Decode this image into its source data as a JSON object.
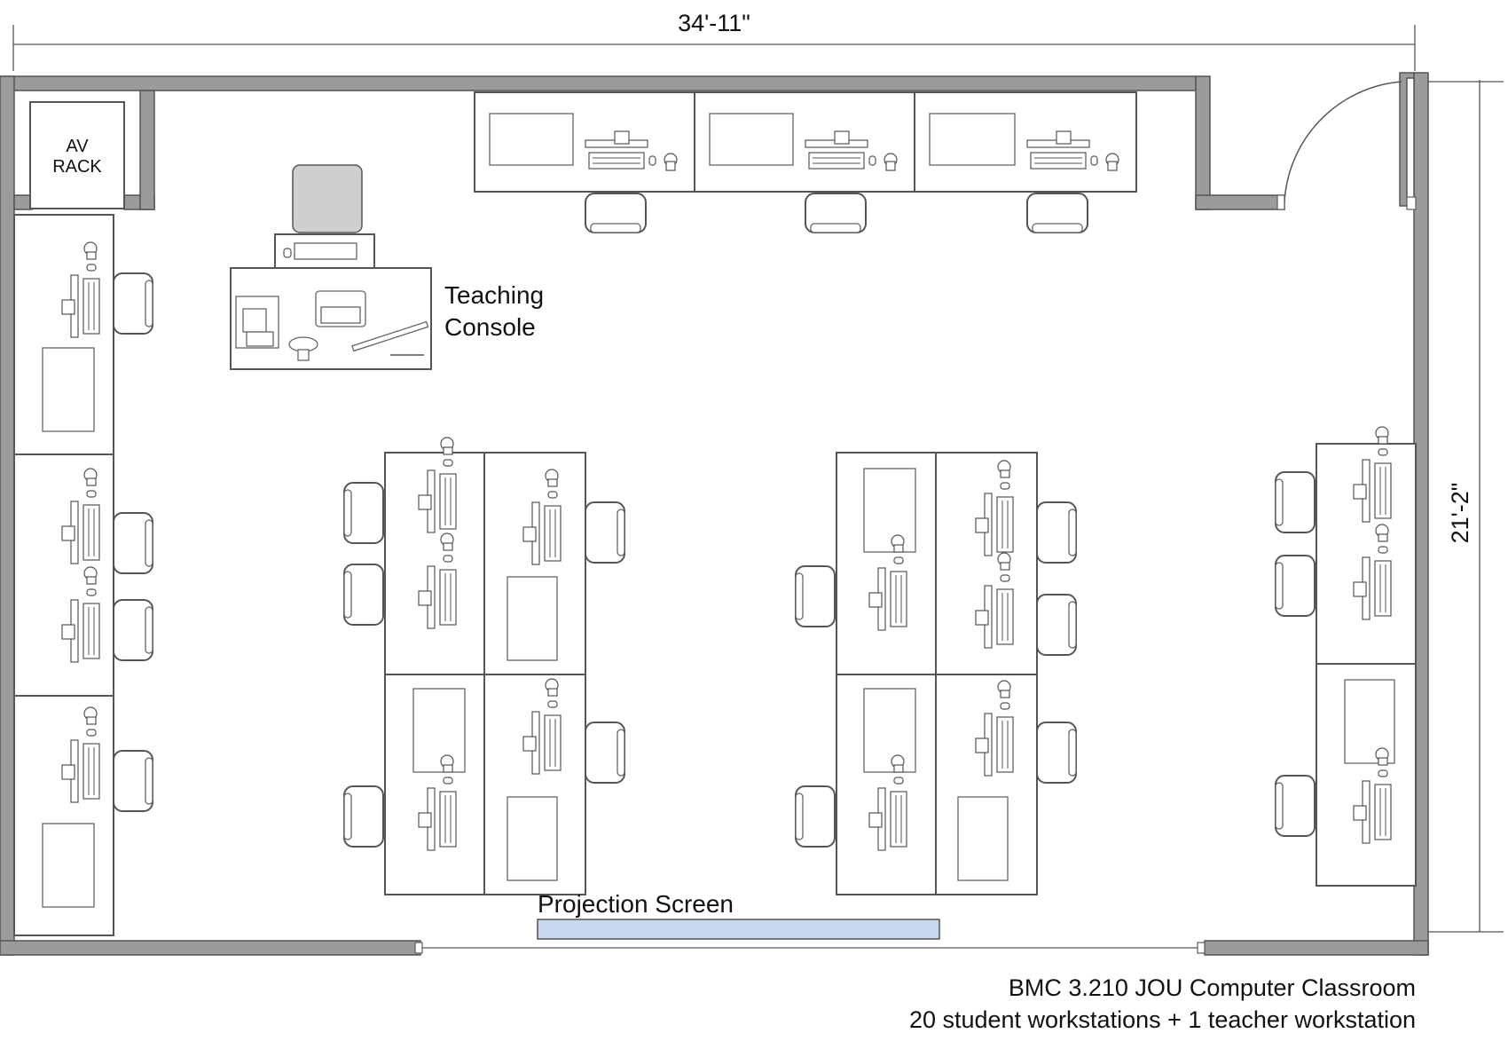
{
  "dimensions": {
    "width": "34'-11\"",
    "height": "21'-2\""
  },
  "labels": {
    "av_rack": [
      "AV",
      "RACK"
    ],
    "teaching_console": [
      "Teaching",
      "Console"
    ],
    "projection_screen": "Projection Screen"
  },
  "caption": {
    "line1": "BMC 3.210 JOU Computer Classroom",
    "line2": "20 student workstations + 1 teacher workstation"
  },
  "colors": {
    "wall": "#9b9b9b",
    "screen": "#c8d8f0",
    "chair_seat": "#cfcfcf"
  }
}
